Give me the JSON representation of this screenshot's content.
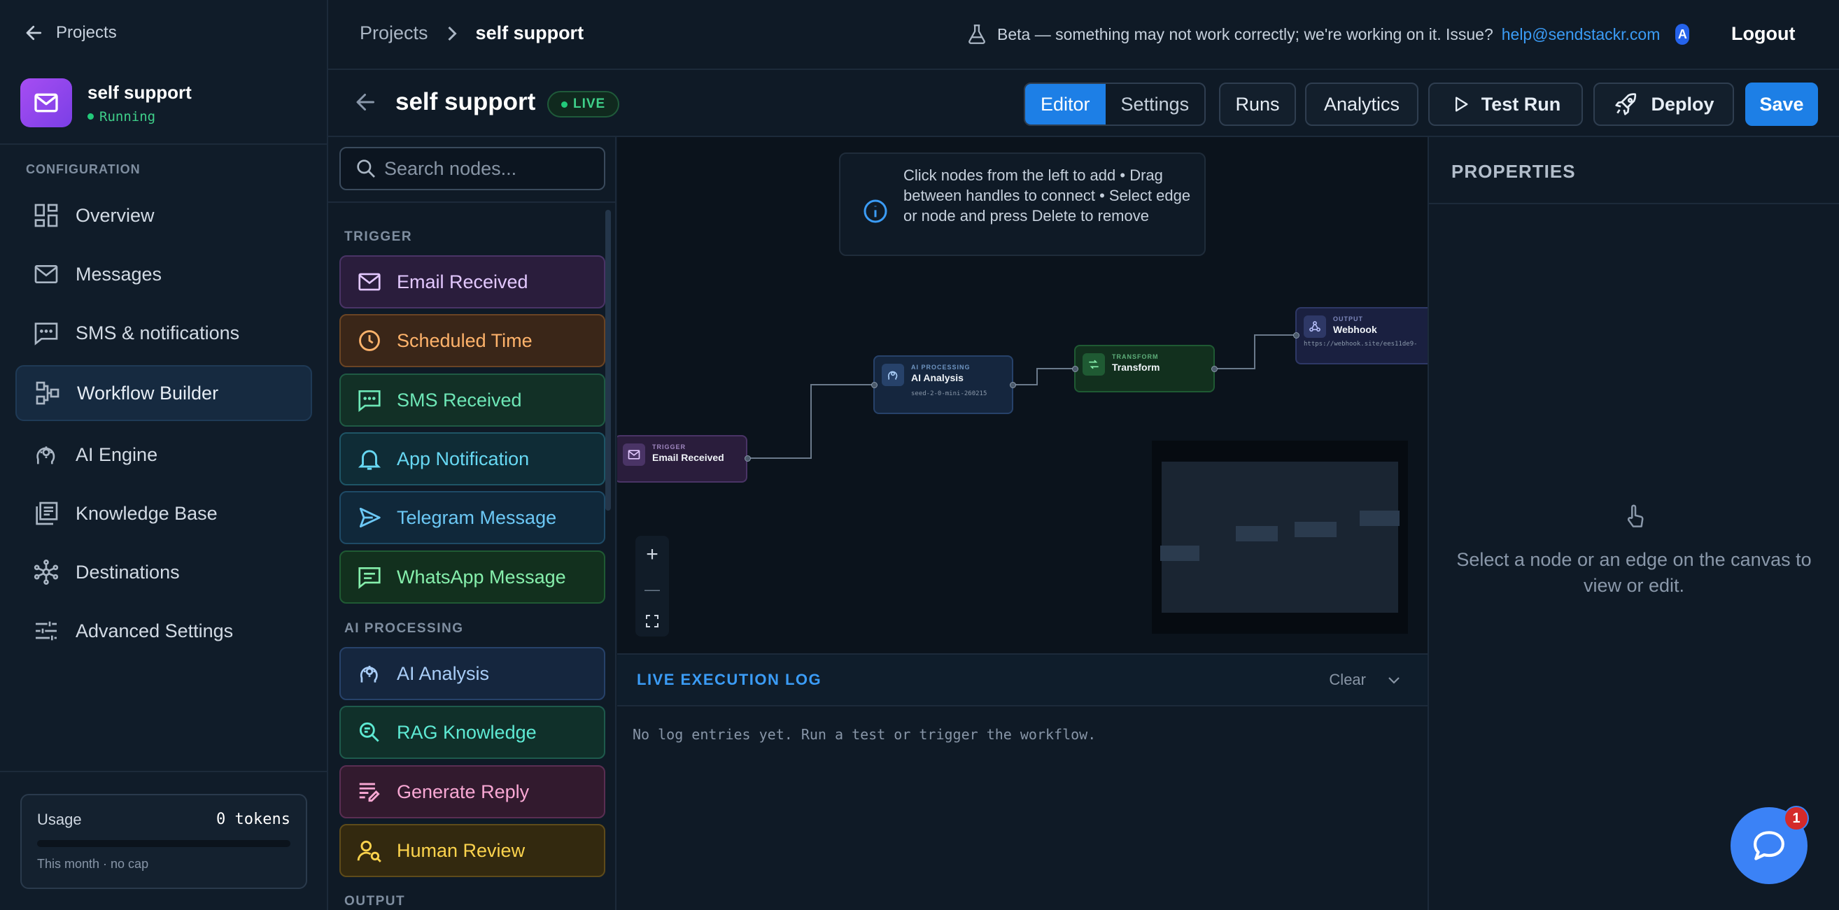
{
  "sidebar": {
    "back_label": "Projects",
    "workflow_name": "self support",
    "workflow_status": "Running",
    "section_label": "CONFIGURATION",
    "items": [
      {
        "label": "Overview",
        "icon": "dashboard-icon"
      },
      {
        "label": "Messages",
        "icon": "mail-icon"
      },
      {
        "label": "SMS & notifications",
        "icon": "chat-icon"
      },
      {
        "label": "Workflow Builder",
        "icon": "workflow-icon",
        "active": true
      },
      {
        "label": "AI Engine",
        "icon": "brain-icon"
      },
      {
        "label": "Knowledge Base",
        "icon": "library-icon"
      },
      {
        "label": "Destinations",
        "icon": "hub-icon"
      },
      {
        "label": "Advanced Settings",
        "icon": "sliders-icon"
      }
    ],
    "usage": {
      "label": "Usage",
      "value": "0 tokens",
      "sub": "This month · no cap",
      "progress": 0
    }
  },
  "topbar": {
    "crumb_root": "Projects",
    "crumb_current": "self support",
    "beta_text": "Beta — something may not work correctly; we're working on it. Issue?",
    "beta_email": "help@sendstackr.com",
    "avatar_letter": "A",
    "logout_label": "Logout"
  },
  "editor": {
    "title": "self support",
    "live_label": "LIVE",
    "tabs": [
      "Editor",
      "Settings"
    ],
    "active_tab": "Editor",
    "runs_label": "Runs",
    "analytics_label": "Analytics",
    "test_run_label": "Test Run",
    "deploy_label": "Deploy",
    "save_label": "Save"
  },
  "palette": {
    "search_placeholder": "Search nodes...",
    "sections": [
      {
        "label": "TRIGGER",
        "items": [
          "Email Received",
          "Scheduled Time",
          "SMS Received",
          "App Notification",
          "Telegram Message",
          "WhatsApp Message"
        ]
      },
      {
        "label": "AI PROCESSING",
        "items": [
          "AI Analysis",
          "RAG Knowledge",
          "Generate Reply",
          "Human Review"
        ]
      },
      {
        "label": "OUTPUT",
        "items": []
      }
    ]
  },
  "canvas": {
    "hint": "Click nodes from the left to add • Drag between handles to connect • Select edge or node and press Delete to remove",
    "nodes": [
      {
        "kind": "TRIGGER",
        "name": "Email Received"
      },
      {
        "kind": "AI PROCESSING",
        "name": "AI Analysis",
        "sub": "seed-2-0-mini-260215"
      },
      {
        "kind": "TRANSFORM",
        "name": "Transform"
      },
      {
        "kind": "OUTPUT",
        "name": "Webhook",
        "sub": "https://webhook.site/ees11de9-"
      }
    ],
    "zoom_in": "+",
    "zoom_out": "—"
  },
  "log": {
    "title": "LIVE EXECUTION LOG",
    "clear_label": "Clear",
    "empty_text": "No log entries yet. Run a test or trigger the workflow."
  },
  "properties": {
    "title": "PROPERTIES",
    "empty_text": "Select a node or an edge on the canvas to view or edit."
  },
  "chat": {
    "badge": "1"
  },
  "colors": {
    "accent": "#1d7fe6",
    "live": "#3fd08a",
    "background": "#0f1a26",
    "canvas": "#0b131c"
  }
}
